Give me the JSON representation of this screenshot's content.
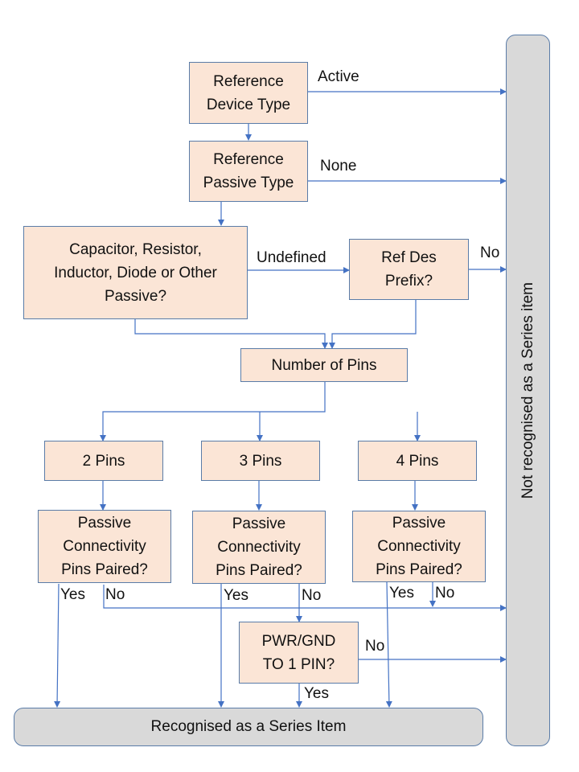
{
  "boxes": {
    "device_type": "Reference\nDevice Type",
    "passive_type": "Reference\nPassive Type",
    "component_class": "Capacitor, Resistor,\nInductor, Diode or Other\nPassive?",
    "ref_des": "Ref Des\nPrefix?",
    "num_pins": "Number of Pins",
    "pins2": "2 Pins",
    "pins3": "3 Pins",
    "pins4": "4 Pins",
    "paired": "Passive\nConnectivity\nPins Paired?",
    "pwr_gnd": "PWR/GND\nTO 1 PIN?"
  },
  "terminals": {
    "recognised": "Recognised as a Series Item",
    "not_recognised": "Not  recognised as a Series item"
  },
  "labels": {
    "active": "Active",
    "none": "None",
    "undefined": "Undefined",
    "no": "No",
    "yes": "Yes"
  },
  "colors": {
    "box_fill": "#fbe5d6",
    "terminal_fill": "#d9d9d9",
    "line": "#4472c4"
  }
}
